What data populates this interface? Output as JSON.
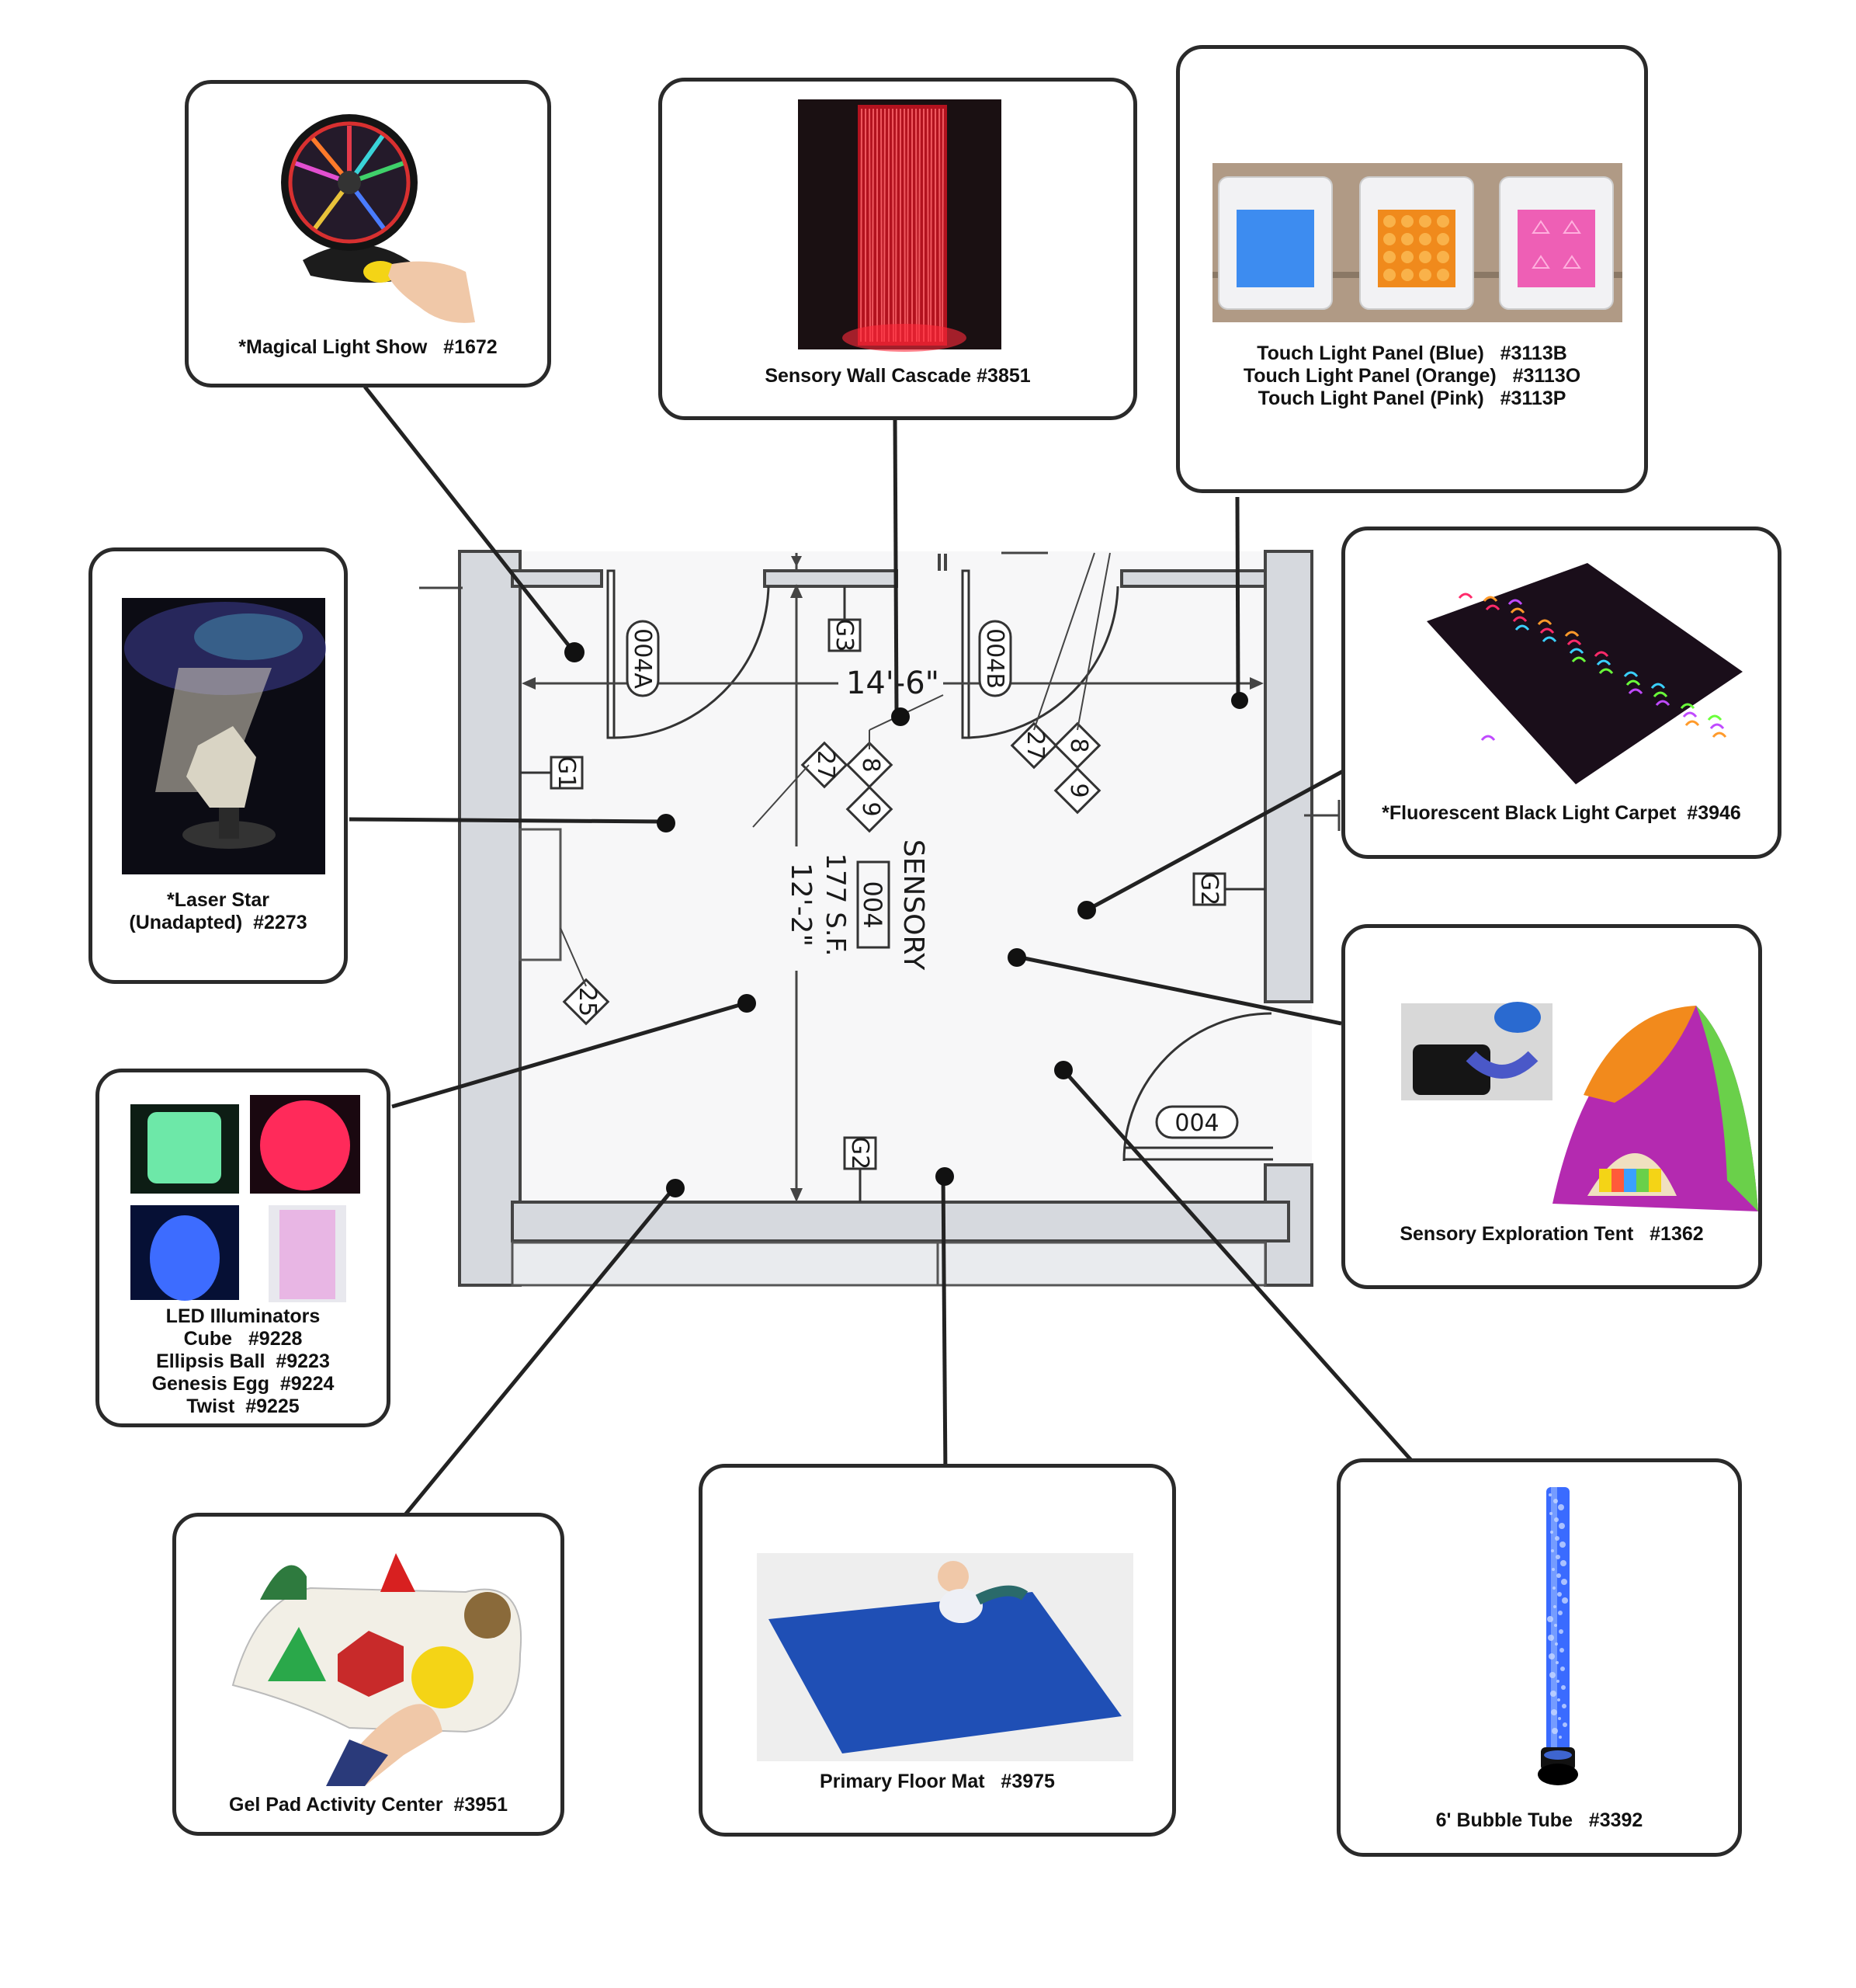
{
  "floor_plan": {
    "room_label": "SENSORY",
    "room_number": "004",
    "area": "177 S.F.",
    "width_dim": "14'-6\"",
    "height_dim": "12'-2\"",
    "door_tags": [
      "004A",
      "004B",
      "004"
    ],
    "grid_tags": [
      "G1",
      "G2",
      "G2",
      "G3"
    ],
    "diamond_tags": [
      "27",
      "8",
      "9",
      "27",
      "8",
      "9",
      "25"
    ]
  },
  "items": [
    {
      "id": "magical-light-show",
      "lines": [
        "*Magical Light Show   #1672"
      ]
    },
    {
      "id": "sensory-wall-cascade",
      "lines": [
        "Sensory Wall Cascade #3851"
      ]
    },
    {
      "id": "touch-light-panel",
      "lines": [
        "Touch Light Panel (Blue)   #3113B",
        "Touch Light Panel (Orange)   #3113O",
        "Touch Light Panel (Pink)   #3113P"
      ]
    },
    {
      "id": "laser-star",
      "lines": [
        "*Laser Star",
        "(Unadapted)  #2273"
      ]
    },
    {
      "id": "black-light-carpet",
      "lines": [
        "*Fluorescent Black Light Carpet  #3946"
      ]
    },
    {
      "id": "led-illuminators",
      "lines": [
        "LED Illuminators",
        "Cube   #9228",
        "Ellipsis Ball  #9223",
        "Genesis Egg  #9224",
        "Twist  #9225"
      ]
    },
    {
      "id": "exploration-tent",
      "lines": [
        "Sensory Exploration Tent   #1362"
      ]
    },
    {
      "id": "gel-pad",
      "lines": [
        "Gel Pad Activity Center  #3951"
      ]
    },
    {
      "id": "floor-mat",
      "lines": [
        "Primary Floor Mat   #3975"
      ]
    },
    {
      "id": "bubble-tube",
      "lines": [
        "6' Bubble Tube   #3392"
      ]
    }
  ],
  "colors": {
    "border": "#2a2a2a",
    "wall_fill": "#d6d9de",
    "touch_blue": "#3d8cf0",
    "touch_orange": "#f08a1c",
    "touch_pink": "#ee5fb5",
    "floor_mat": "#1f4fb5",
    "cascade_red": "#d8202a",
    "bubble_blue": "#3a6bff"
  }
}
